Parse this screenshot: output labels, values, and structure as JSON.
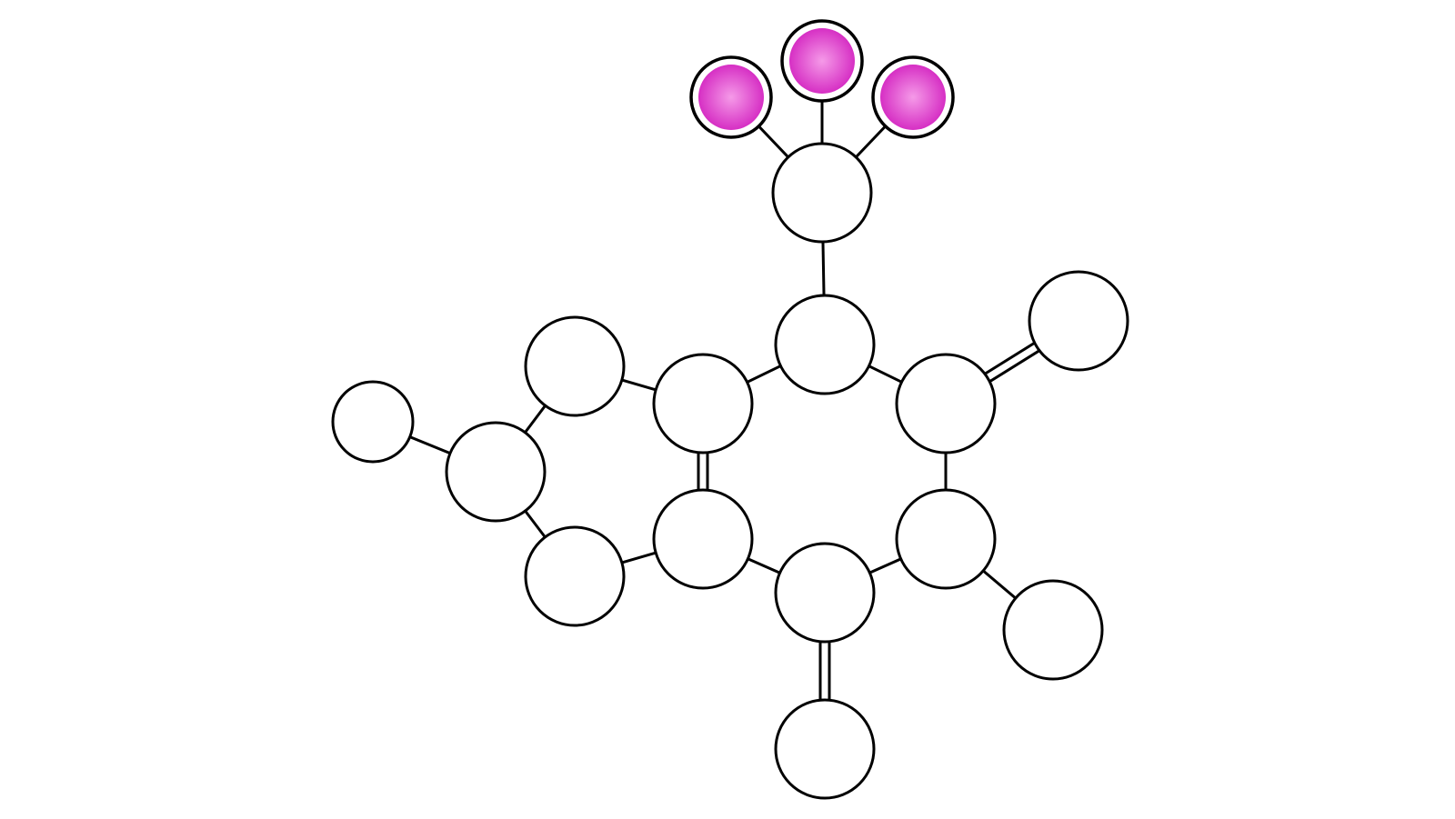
{
  "diagram": {
    "colors": {
      "background": "#ffffff",
      "stroke": "#000000",
      "plain_atom_fill": "#ffffff",
      "highlight_atom_fill": "#d62fc4",
      "highlight_atom_glow": "#f59ae8"
    },
    "atoms": [
      {
        "id": "f1",
        "kind": "highlight"
      },
      {
        "id": "f2",
        "kind": "highlight"
      },
      {
        "id": "f3",
        "kind": "highlight"
      },
      {
        "id": "cf3",
        "kind": "plain"
      },
      {
        "id": "c_top",
        "kind": "plain"
      },
      {
        "id": "c_ur",
        "kind": "plain"
      },
      {
        "id": "o_right",
        "kind": "plain"
      },
      {
        "id": "c_ul",
        "kind": "plain"
      },
      {
        "id": "c_ll",
        "kind": "plain"
      },
      {
        "id": "c_bot",
        "kind": "plain"
      },
      {
        "id": "c_lr",
        "kind": "plain"
      },
      {
        "id": "o_bot",
        "kind": "plain"
      },
      {
        "id": "sub_lr",
        "kind": "plain"
      },
      {
        "id": "r5_top",
        "kind": "plain"
      },
      {
        "id": "r5_bot",
        "kind": "plain"
      },
      {
        "id": "r5_left",
        "kind": "plain"
      },
      {
        "id": "sub_left",
        "kind": "plain"
      }
    ],
    "bonds": [
      {
        "a": "f1",
        "b": "cf3",
        "order": 1
      },
      {
        "a": "f2",
        "b": "cf3",
        "order": 1
      },
      {
        "a": "f3",
        "b": "cf3",
        "order": 1
      },
      {
        "a": "cf3",
        "b": "c_top",
        "order": 1
      },
      {
        "a": "c_top",
        "b": "c_ur",
        "order": 1
      },
      {
        "a": "c_top",
        "b": "c_ul",
        "order": 1
      },
      {
        "a": "c_ur",
        "b": "o_right",
        "order": 2
      },
      {
        "a": "c_ur",
        "b": "c_lr",
        "order": 1
      },
      {
        "a": "c_lr",
        "b": "sub_lr",
        "order": 1
      },
      {
        "a": "c_lr",
        "b": "c_bot",
        "order": 1
      },
      {
        "a": "c_bot",
        "b": "o_bot",
        "order": 2
      },
      {
        "a": "c_bot",
        "b": "c_ll",
        "order": 1
      },
      {
        "a": "c_ll",
        "b": "c_ul",
        "order": 2
      },
      {
        "a": "c_ul",
        "b": "r5_top",
        "order": 1
      },
      {
        "a": "c_ll",
        "b": "r5_bot",
        "order": 1
      },
      {
        "a": "r5_top",
        "b": "r5_left",
        "order": 1
      },
      {
        "a": "r5_bot",
        "b": "r5_left",
        "order": 1
      },
      {
        "a": "r5_left",
        "b": "sub_left",
        "order": 1
      }
    ]
  }
}
